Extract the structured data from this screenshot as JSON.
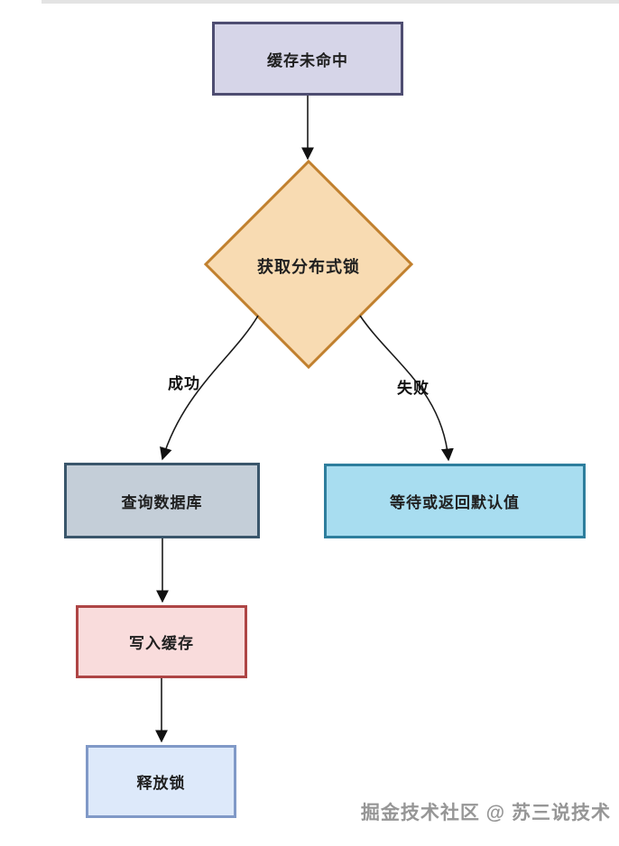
{
  "diagram": {
    "title_hint": "cache-miss distributed-lock flowchart",
    "nodes": [
      {
        "id": "cache-miss",
        "label": "缓存未命中",
        "shape": "rect",
        "fill": "#d6d5e8",
        "border": "#4e4d71"
      },
      {
        "id": "acquire-lock",
        "label": "获取分布式锁",
        "shape": "diamond",
        "fill": "#f8dbb2",
        "border": "#c1802e"
      },
      {
        "id": "query-db",
        "label": "查询数据库",
        "shape": "rect",
        "fill": "#c4ced8",
        "border": "#3a566b"
      },
      {
        "id": "wait-default",
        "label": "等待或返回默认值",
        "shape": "rect",
        "fill": "#a8ddf0",
        "border": "#2e7e9d"
      },
      {
        "id": "write-cache",
        "label": "写入缓存",
        "shape": "rect",
        "fill": "#f9dcdc",
        "border": "#ae4545"
      },
      {
        "id": "release-lock",
        "label": "释放锁",
        "shape": "rect",
        "fill": "#dde9fa",
        "border": "#8099c7"
      }
    ],
    "edges": [
      {
        "from": "cache-miss",
        "to": "acquire-lock",
        "label": ""
      },
      {
        "from": "acquire-lock",
        "to": "query-db",
        "label": "成功"
      },
      {
        "from": "acquire-lock",
        "to": "wait-default",
        "label": "失败"
      },
      {
        "from": "query-db",
        "to": "write-cache",
        "label": ""
      },
      {
        "from": "write-cache",
        "to": "release-lock",
        "label": ""
      }
    ],
    "line_color": "#1a1a1a"
  },
  "watermark": {
    "text": "掘金技术社区 @ 苏三说技术",
    "color": "#969696"
  }
}
